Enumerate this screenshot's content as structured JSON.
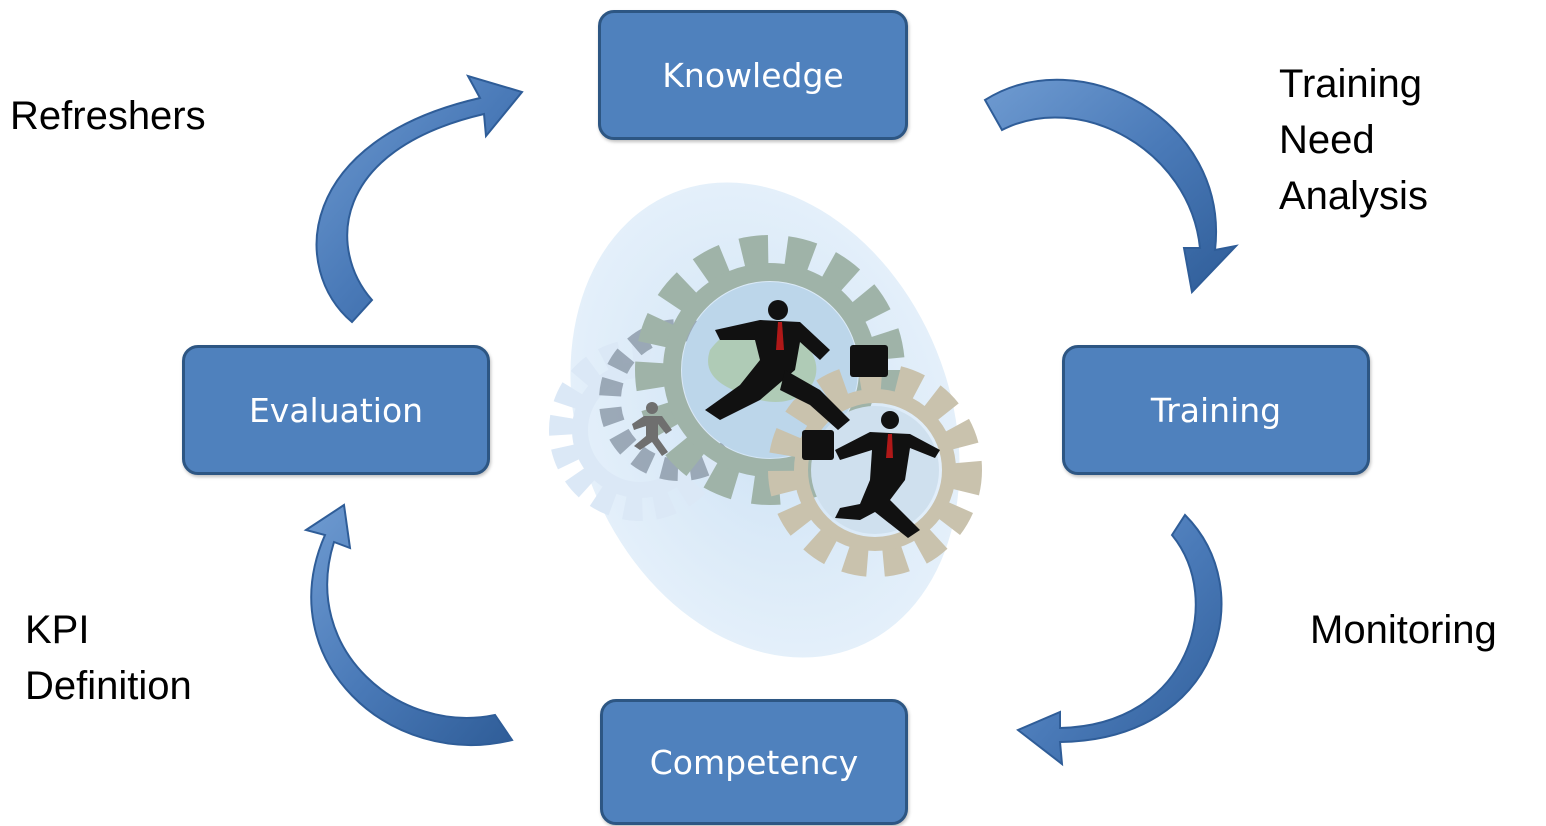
{
  "colors": {
    "node_fill": "#4f81bd",
    "node_border": "#2d5683",
    "arrow_fill": "#4a7ab8",
    "text": "#000000"
  },
  "nodes": {
    "knowledge": "Knowledge",
    "training": "Training",
    "competency": "Competency",
    "evaluation": "Evaluation"
  },
  "edge_labels": {
    "refreshers": "Refreshers",
    "training_need_analysis": [
      "Training",
      "Need",
      "Analysis"
    ],
    "monitoring": "Monitoring",
    "kpi_definition": [
      "KPI",
      "Definition"
    ]
  },
  "center_image": {
    "icon": "businessmen-running-in-gears-clipart"
  }
}
